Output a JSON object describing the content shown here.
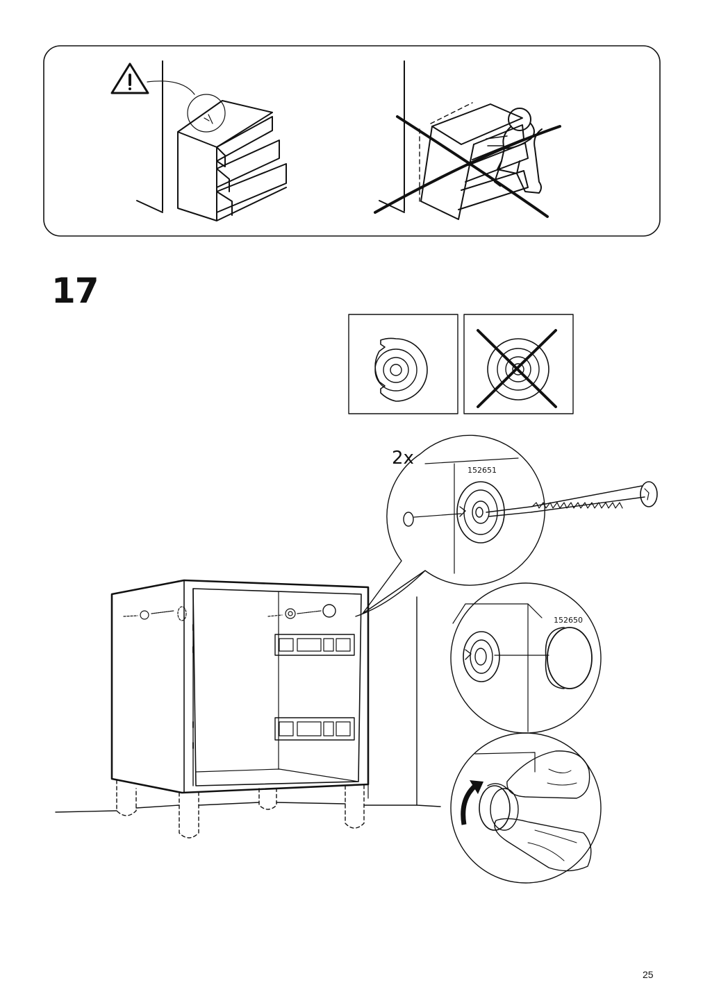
{
  "step": {
    "number": "17"
  },
  "parts": [
    {
      "id": "152651",
      "quantity": "2x"
    },
    {
      "id": "152650"
    }
  ],
  "page": {
    "number": "25"
  },
  "icons": {
    "warning": "warning-triangle-icon",
    "prohibited": "cross-out-icon",
    "rotate": "rotate-arrow-icon"
  }
}
